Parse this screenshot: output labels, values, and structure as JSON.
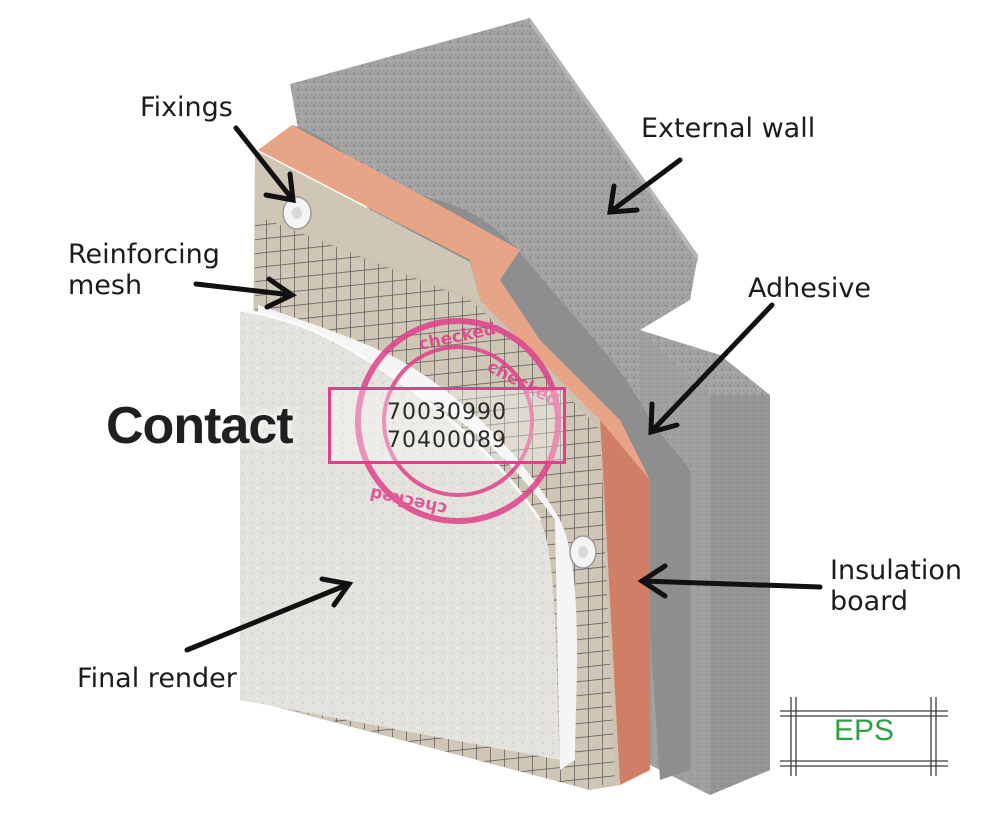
{
  "labels": {
    "fixings": "Fixings",
    "external_wall": "External wall",
    "reinforcing_mesh_line1": "Reinforcing",
    "reinforcing_mesh_line2": "mesh",
    "adhesive": "Adhesive",
    "insulation_board_line1": "Insulation",
    "insulation_board_line2": "board",
    "final_render": "Final render"
  },
  "overlay": {
    "contact": "Contact",
    "phone_1": "70030990",
    "phone_2": "70400089",
    "stamp_word": "checked"
  },
  "badge": {
    "text": "EPS"
  },
  "colors": {
    "concrete": "#9b9b9b",
    "concrete_dark": "#7f7f7f",
    "adhesive": "#8e8e90",
    "insulation": "#e29a7e",
    "insulation_face": "#d07f66",
    "base_coat": "#c9bfae",
    "mesh": "#4a4a4a",
    "render": "#e3e1dc",
    "stamp": "#e0408a",
    "eps_green": "#2fa043"
  }
}
